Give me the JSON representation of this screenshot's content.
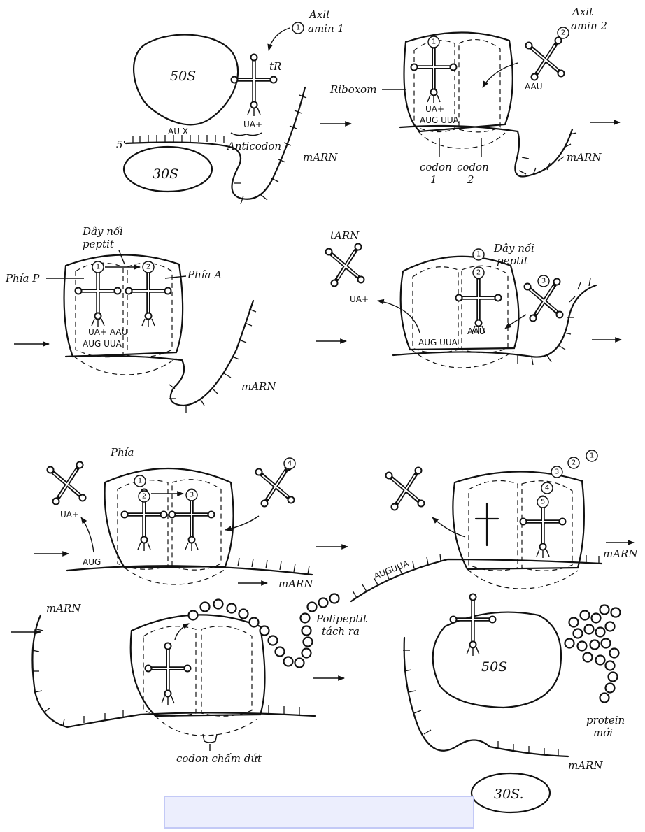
{
  "panel1": {
    "label_amino": "Axit",
    "label_amino2": "amin 1",
    "label_num": "1",
    "label_50s": "50S",
    "label_30s": "30S",
    "label_tr": "tR",
    "label_anticodon": "Anticodon",
    "label_codon": "AU X",
    "label_anti_letters": "UA+",
    "label_5prime": "5'",
    "label_marn": "mARN"
  },
  "panel2": {
    "label_amino": "Axit",
    "label_amino2": "amin 2",
    "label_num1": "1",
    "label_num2": "2",
    "label_riboxom": "Riboxom",
    "label_aau": "AAU",
    "label_anti": "UA+",
    "label_codons": "AUG UUA",
    "label_codon1": "codon",
    "label_codon1n": "1",
    "label_codon2": "codon",
    "label_codon2n": "2",
    "label_marn": "mARN"
  },
  "panel3": {
    "label_bond": "Dây nối",
    "label_bond2": "peptit",
    "label_p": "Phía P",
    "label_a": "Phía A",
    "label_num1": "1",
    "label_num2": "2",
    "label_anti": "UA+  AAU",
    "label_codons": "AUG UUA",
    "label_marn": "mARN"
  },
  "panel4": {
    "label_trna": "tARN",
    "label_bond": "Dây nối",
    "label_bond2": "peptit",
    "label_num1": "1",
    "label_num2": "2",
    "label_num3": "3",
    "label_ua": "UA+",
    "label_aau": "AAU",
    "label_codons": "AUG UUA"
  },
  "panel5": {
    "label_phia": "Phía",
    "label_num1": "1",
    "label_num2": "2",
    "label_num3": "3",
    "label_num4": "4",
    "label_ua": "UA+",
    "label_aug": "AUG",
    "label_marn": "mARN"
  },
  "panel6": {
    "label_chain": [
      "3",
      "2",
      "1"
    ],
    "label_num4": "4",
    "label_num5": "5",
    "label_auguua": "AUGUUA",
    "label_marn": "mARN"
  },
  "panel7": {
    "label_marn": "mARN",
    "label_poly": "Polipeptit",
    "label_poly2": "tách ra",
    "label_stop": "codon chấm dứt"
  },
  "panel8": {
    "label_50s": "50S",
    "label_30s": "30S.",
    "label_marn": "mARN",
    "label_protein": "protein",
    "label_protein2": "mới"
  }
}
